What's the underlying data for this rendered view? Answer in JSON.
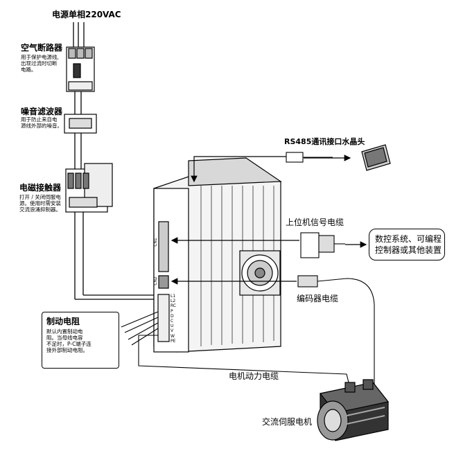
{
  "power": {
    "title": "电源单相220VAC"
  },
  "breaker": {
    "title": "空气断路器",
    "desc": "用于保护电源线,\n出现过流时切断\n电路。"
  },
  "noise_filter": {
    "title": "噪音滤波器",
    "desc": "用于防止来自电\n源线外部的噪音。"
  },
  "contactor": {
    "title": "电磁接触器",
    "desc": "打开 / 关闭伺服电\n源。使用时需安装\n交流浪涌抑制器。"
  },
  "rs485": {
    "title": "RS485通讯接口水晶头"
  },
  "host_cable": {
    "title": "上位机信号电缆"
  },
  "controller": {
    "text": "数控系统、可编程\n控制器或其他装置"
  },
  "encoder_cable": {
    "title": "编码器电缆"
  },
  "brake_resistor": {
    "title": "制动电阻",
    "desc": "默认内置制动电\n阻。当母线电容\n不足时，P-C端子连\n接外部制动电阻。"
  },
  "power_cable": {
    "title": "电机动力电缆"
  },
  "motor": {
    "title": "交流伺服电机"
  },
  "terminals": [
    "L1",
    "L2",
    "RC",
    "P",
    "D",
    "C",
    "U",
    "V",
    "W",
    "PE"
  ],
  "side_labels": [
    "CN1",
    "CN2"
  ]
}
